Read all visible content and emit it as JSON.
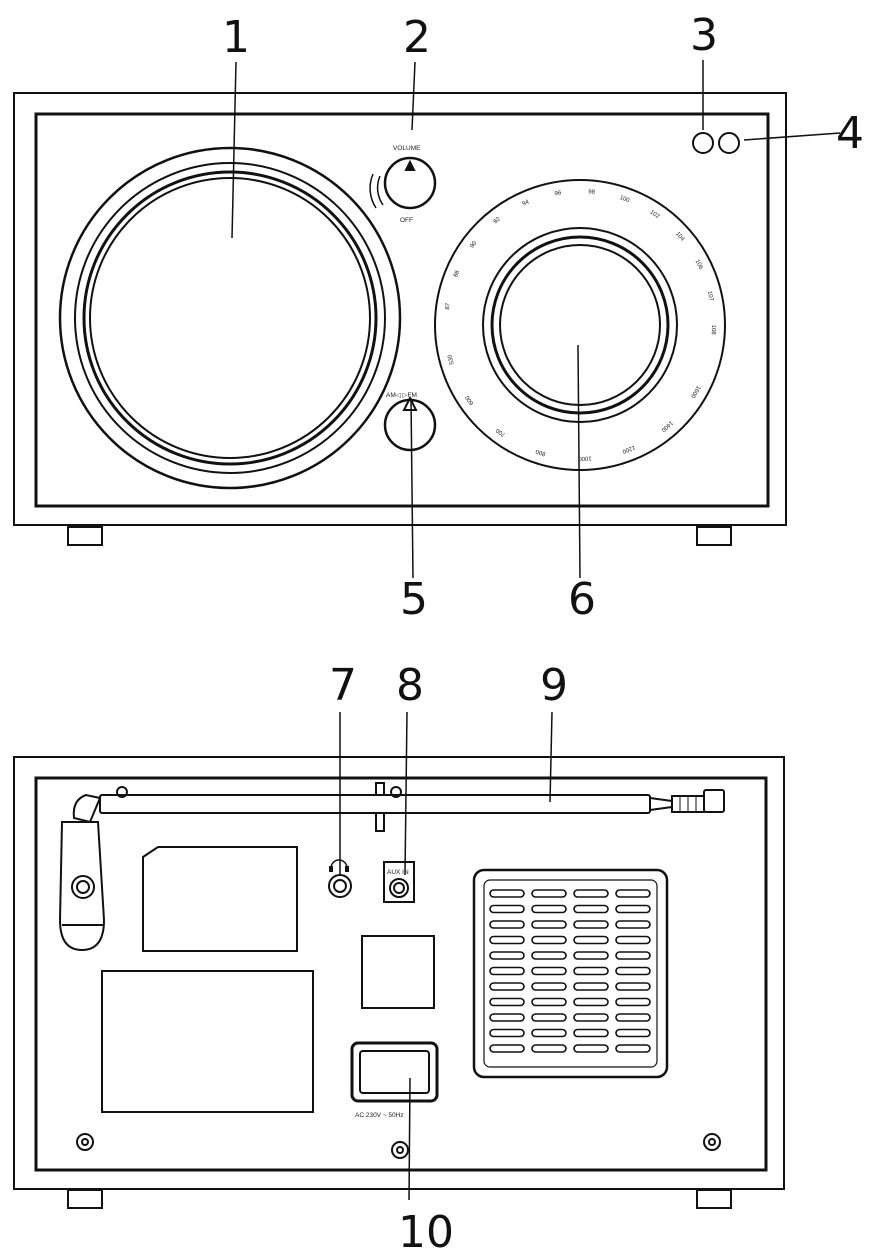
{
  "callouts": {
    "c1": "1",
    "c2": "2",
    "c3": "3",
    "c4": "4",
    "c5": "5",
    "c6": "6",
    "c7": "7",
    "c8": "8",
    "c9": "9",
    "c10": "10"
  },
  "front": {
    "volume_label": "VOLUME",
    "off_label": "OFF",
    "band_label": "AM◁ ▷FM"
  },
  "fm_scale": [
    "87",
    "88",
    "90",
    "92",
    "94",
    "96",
    "98",
    "100",
    "102",
    "104",
    "106",
    "107",
    "108"
  ],
  "am_scale": [
    "530",
    "600",
    "700",
    "800",
    "1000",
    "1200",
    "1400",
    "1600"
  ],
  "back": {
    "aux_label": "AUX IN",
    "power_label": "AC 230V ~ 50Hz"
  },
  "colors": {
    "line": "#111111",
    "background": "#ffffff"
  }
}
